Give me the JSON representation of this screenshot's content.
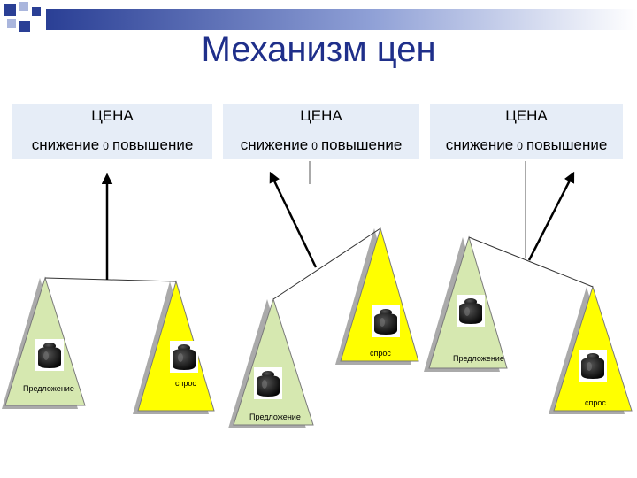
{
  "title": "Механизм цен",
  "panels": [
    {
      "price": "ЦЕНА",
      "decrease": "снижение",
      "zero": "0",
      "increase": "повышение"
    },
    {
      "price": "ЦЕНА",
      "decrease": "снижение",
      "zero": "0",
      "increase": "повышение"
    },
    {
      "price": "ЦЕНА",
      "decrease": "снижение",
      "zero": "0",
      "increase": "повышение"
    }
  ],
  "scales": [
    {
      "left_label": "Предложение",
      "right_label": "спрос"
    },
    {
      "left_label": "Предложение",
      "right_label": "спрос"
    },
    {
      "left_label": "Предложение",
      "right_label": "спрос"
    }
  ],
  "colors": {
    "green": "#d6e8b0",
    "yellow": "#ffff00",
    "accent": "#2a3f95",
    "title": "#1f2f8a"
  }
}
